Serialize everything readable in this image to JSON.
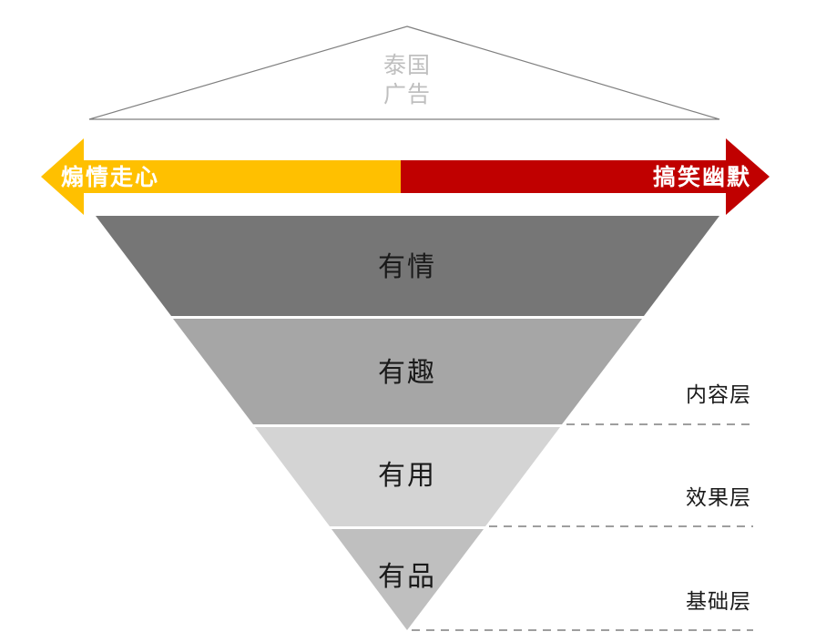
{
  "diagram": {
    "title_block": {
      "name": "thai-advertising-triangle",
      "lines": [
        "泰国",
        "广告"
      ],
      "text_color": "#bfbfbf",
      "outline_color": "#7f7f7f"
    },
    "spectrum_arrow": {
      "left_segment": {
        "label": "煽情走心",
        "color": "#ffc000",
        "direction": "left"
      },
      "right_segment": {
        "label": "搞笑幽默",
        "color": "#c00000",
        "direction": "right"
      },
      "text_color": "#ffffff"
    },
    "pyramid": {
      "orientation": "inverted",
      "layers": [
        {
          "label": "有情",
          "color": "#767676"
        },
        {
          "label": "有趣",
          "color": "#a6a6a6"
        },
        {
          "label": "有用",
          "color": "#d4d4d4"
        },
        {
          "label": "有品",
          "color": "#bfbfbf"
        }
      ]
    },
    "side_labels": [
      {
        "label": "内容层"
      },
      {
        "label": "效果层"
      },
      {
        "label": "基础层"
      }
    ],
    "divider_color": "#7f7f7f"
  }
}
